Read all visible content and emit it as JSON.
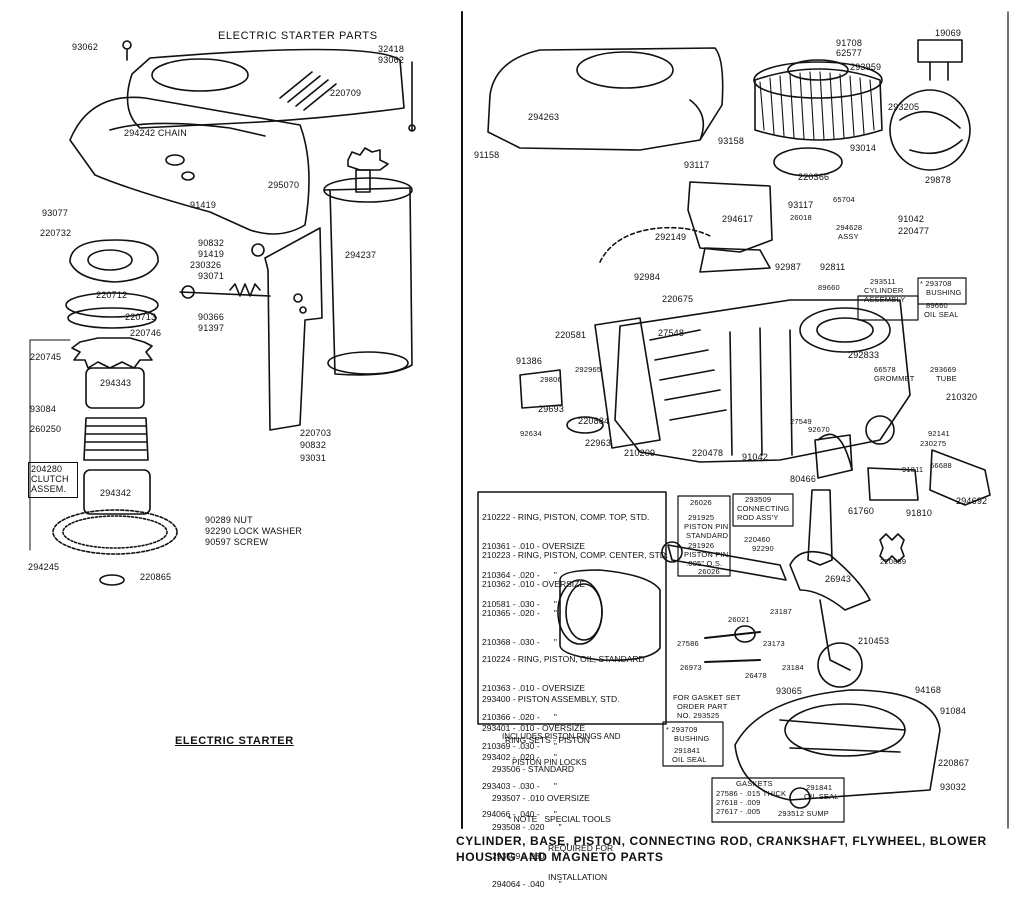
{
  "titles": {
    "electric_starter_parts": "ELECTRIC STARTER PARTS",
    "electric_starter": "ELECTRIC STARTER",
    "main_line1": "CYLINDER, BASE, PISTON, CONNECTING ROD, CRANKSHAFT, FLYWHEEL, BLOWER",
    "main_line2": "HOUSING AND MAGNETO PARTS"
  },
  "left_labels": {
    "p93062a": "93062",
    "p32418": "32418",
    "p93062b": "93062",
    "p220709": "220709",
    "p294242": "294242 CHAIN",
    "p295070": "295070",
    "p91419a": "91419",
    "p93077": "93077",
    "p220732": "220732",
    "p220712": "220712",
    "p220713": "220713",
    "p220746": "220746",
    "p220745": "220745",
    "p294343": "294343",
    "p93084": "93084",
    "p260250": "260250",
    "p204280": "204280",
    "clutch": "CLUTCH",
    "assem": "ASSEM.",
    "p294342": "294342",
    "p294245": "294245",
    "p220865": "220865",
    "p294237": "294237",
    "p90832a": "90832",
    "p91419b": "91419",
    "p230326": "230326",
    "p93071": "93071",
    "p90366": "90366",
    "p91397": "91397",
    "p220703": "220703",
    "p90832b": "90832",
    "p93031": "93031",
    "nut": "90289 NUT",
    "washer": "92290 LOCK WASHER",
    "screw": "90597 SCREW"
  },
  "right_labels": {
    "p294263": "294263",
    "p91158": "91158",
    "p93158": "93158",
    "p93117a": "93117",
    "p91708": "91708",
    "p62577": "62577",
    "p293959": "293959",
    "p19069": "19069",
    "p293205": "293205",
    "p93014": "93014",
    "p29878": "29878",
    "p220366": "220366",
    "p294617": "294617",
    "p292149": "292149",
    "p93117b": "93117",
    "p65704": "65704",
    "p26018": "26018",
    "p294628": "294628",
    "assy": "ASSY",
    "p91042a": "91042",
    "p220477": "220477",
    "p92987": "92987",
    "p92811": "92811",
    "p92984": "92984",
    "p220675": "220675",
    "p89660a": "89660",
    "p293511": "293511",
    "cylinder": "CYLINDER",
    "assembly": "ASSEMBLY",
    "p293708": "* 293708",
    "bushing": "BUSHING",
    "p89660b": "89660",
    "oilseal": "OIL SEAL",
    "p220581": "220581",
    "p27548": "27548",
    "p91386": "91386",
    "p292965": "292965",
    "p292833": "292833",
    "p66578": "66578",
    "grommet": "GROMMET",
    "p293669": "293669",
    "tube": "TUBE",
    "p29806": "29806",
    "p29693": "29693",
    "p220884": "220884",
    "p27549": "27549",
    "p92670": "92670",
    "p210320": "210320",
    "p92634": "92634",
    "p22963": "22963",
    "p210209": "210209",
    "p220478": "220478",
    "p91042b": "91042",
    "p80466": "80466",
    "p91811": "91811",
    "p92141": "92141",
    "p230275": "230275",
    "p66688": "66688",
    "p294692": "294692",
    "p91810": "91810",
    "p61760": "61760",
    "p26943": "26943",
    "p220859": "220859",
    "p23187": "23187",
    "p26021": "26021",
    "p23173": "23173",
    "p27586": "27586",
    "p26973": "26973",
    "p26478": "26478",
    "p23184": "23184",
    "p210453": "210453",
    "p93065": "93065",
    "p94168": "94168",
    "p91084": "91084",
    "p220867": "220867",
    "p93032": "93032",
    "gasket_set": "FOR GASKET SET",
    "order_part": "ORDER PART",
    "no": "NO. 293525",
    "p293709": "* 293709",
    "bushing2": "BUSHING",
    "p291841a": "291841",
    "oilseal2": "OIL SEAL",
    "gaskets": "GASKETS",
    "g1": "27586 - .015 THICK",
    "g2": "27618 - .009",
    "g3": "27617 - .005",
    "p291841b": "291841",
    "oilseal3": "OIL SEAL",
    "p293512": "293512 SUMP"
  },
  "piston_box": {
    "rings_top": [
      "210222 - RING, PISTON, COMP. TOP, STD.",
      "210361 - .010 - OVERSIZE",
      "210364 - .020 -      \"",
      "210581 - .030 -      \""
    ],
    "rings_center": [
      "210223 - RING, PISTON, COMP. CENTER, STD.",
      "210362 - .010 - OVERSIZE",
      "210365 - .020 -      \"",
      "210368 - .030 -      \""
    ],
    "rings_oil": [
      "210224 - RING, PISTON, OIL, STANDARD",
      "210363 - .010 - OVERSIZE",
      "210366 - .020 -      \"",
      "210369 - .030 -      \""
    ],
    "piston_assy": [
      "293400 - PISTON ASSEMBLY, STD.",
      "293401 - .010 - OVERSIZE",
      "293402 - .020 -      \"",
      "293403 - .030 -      \"",
      "294066 - .040 -      \""
    ],
    "includes": [
      "INCLUDES PISTON RINGS AND",
      "PISTON PIN LOCKS"
    ],
    "pin_26026a": "26026",
    "pin_291925": "291925",
    "pin_label1": "PISTON PIN",
    "pin_label2": "STANDARD",
    "pin_291926": "291926",
    "pin_label3": "PISTON PIN",
    "pin_label4": ".005\" O.S.",
    "pin_26026b": "26026",
    "rod_293509": "293509",
    "rod_label1": "CONNECTING",
    "rod_label2": "ROD ASS'Y",
    "rod_220460": "220460",
    "rod_92290": "92290"
  },
  "ring_sets": {
    "title": "RING SETS - PISTON",
    "items": [
      "293506 - STANDARD",
      "293507 - .010 OVERSIZE",
      "293508 - .020      \"",
      "293509 - .030      \"",
      "294064 - .040      \""
    ]
  },
  "note": [
    "* NOTE   SPECIAL TOOLS",
    "REQUIRED FOR",
    "INSTALLATION"
  ]
}
